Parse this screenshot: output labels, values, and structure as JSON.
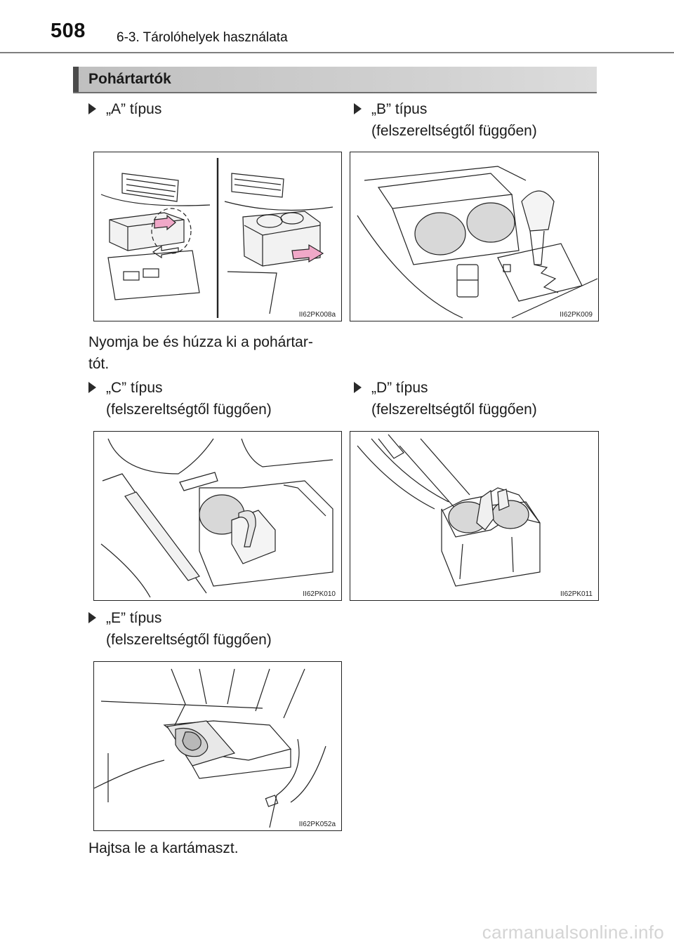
{
  "header": {
    "page_number": "508",
    "chapter": "6-3. Tárolóhelyek használata"
  },
  "section": {
    "title": "Pohártartók"
  },
  "types": {
    "a": {
      "label": "„A” típus",
      "figure_id": "II62PK008a",
      "caption_line1": "Nyomja be és húzza ki a pohártar-",
      "caption_line2": "tót."
    },
    "b": {
      "label": "„B” típus",
      "sublabel": "(felszereltségtől függően)",
      "figure_id": "II62PK009"
    },
    "c": {
      "label": "„C” típus",
      "sublabel": "(felszereltségtől függően)",
      "figure_id": "II62PK010"
    },
    "d": {
      "label": "„D” típus",
      "sublabel": "(felszereltségtől függően)",
      "figure_id": "II62PK011"
    },
    "e": {
      "label": "„E” típus",
      "sublabel": "(felszereltségtől függően)",
      "figure_id": "II62PK052a",
      "caption": "Hajtsa le a kartámaszt."
    }
  },
  "footer": {
    "watermark": "carmanualsonline.info"
  },
  "colors": {
    "arrow_fill": "#f0a8c8",
    "band": "#c8c8c8",
    "rule": "#7f7f7f"
  }
}
